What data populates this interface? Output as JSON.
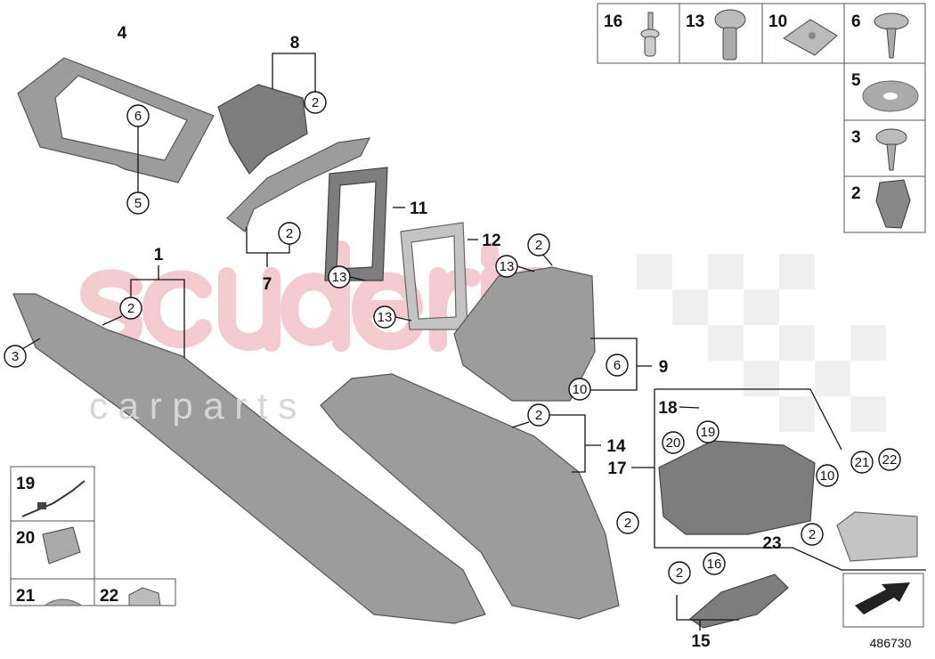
{
  "watermark": {
    "brand": "scuderia",
    "sub": "c a r   p a r t s",
    "color": "#e8a0a8"
  },
  "image_number": "486730",
  "part_labels": [
    "4",
    "8",
    "11",
    "12",
    "1",
    "7",
    "9",
    "14",
    "17",
    "18",
    "23",
    "15"
  ],
  "callouts": [
    "2",
    "6",
    "5",
    "2",
    "2",
    "3",
    "13",
    "13",
    "2",
    "13",
    "6",
    "10",
    "2",
    "19",
    "20",
    "10",
    "21",
    "22",
    "2",
    "2",
    "2",
    "16"
  ],
  "hardware_table_top": [
    {
      "number": "16",
      "icon": "blind-rivet-icon"
    },
    {
      "number": "13",
      "icon": "pan-head-screw-icon"
    },
    {
      "number": "10",
      "icon": "clip-nut-icon"
    },
    {
      "number": "6",
      "icon": "washer-head-screw-icon"
    },
    {
      "number": "5",
      "icon": "flat-washer-icon"
    },
    {
      "number": "3",
      "icon": "washer-head-screw-icon"
    },
    {
      "number": "2",
      "icon": "spring-clip-icon"
    }
  ],
  "hardware_table_bottom": [
    {
      "number": "19",
      "icon": "cable-tie-icon"
    },
    {
      "number": "20",
      "icon": "retaining-clip-icon"
    },
    {
      "number": "21",
      "icon": "washer-icon"
    },
    {
      "number": "22",
      "icon": "hex-nut-icon"
    }
  ]
}
